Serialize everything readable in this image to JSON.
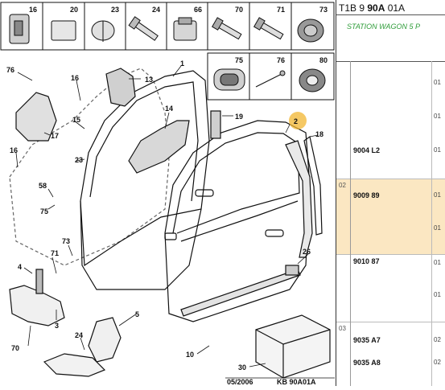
{
  "header": {
    "ref_prefix": "T1B 9 ",
    "ref_bold": "90A",
    "ref_suffix": " 01A",
    "model": "STATION WAGON 5 P"
  },
  "thumbnails": [
    "16",
    "20",
    "23",
    "24",
    "66",
    "70",
    "71",
    "73",
    "75",
    "76",
    "80"
  ],
  "callouts": [
    "76",
    "16",
    "13",
    "1",
    "14",
    "17",
    "15",
    "19",
    "2",
    "18",
    "16",
    "23",
    "58",
    "75",
    "73",
    "71",
    "4",
    "26",
    "3",
    "70",
    "24",
    "5",
    "10",
    "30"
  ],
  "footer": {
    "date": "05/2006",
    "ref": "KB 90A01A"
  },
  "parts_rows": [
    {
      "group": "",
      "part": "",
      "qtys": [
        "01"
      ]
    },
    {
      "group": "",
      "part": "",
      "qtys": [
        "01"
      ]
    },
    {
      "group": "",
      "part": "9004 L2",
      "qtys": [
        "01"
      ]
    },
    {
      "group": "02",
      "part": "9009 89",
      "qtys": [
        "01",
        "01"
      ]
    },
    {
      "group": "",
      "part": "9010 87",
      "qtys": [
        "01",
        "01"
      ]
    },
    {
      "group": "03",
      "part": "9035 A7",
      "qtys": [
        "02"
      ]
    },
    {
      "group": "",
      "part": "9035 A8",
      "qtys": [
        "02"
      ]
    }
  ],
  "colors": {
    "highlight": "#fbe7c2",
    "model_text": "#2f9d3a",
    "marker": "#f2b630"
  }
}
